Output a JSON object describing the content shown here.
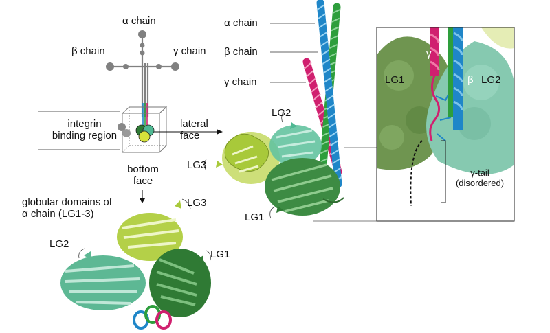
{
  "schematic": {
    "alpha_label": "α chain",
    "beta_label": "β chain",
    "gamma_label": "γ chain",
    "integrin_binding_region": "integrin\nbinding region",
    "bottom_face": "bottom\nface",
    "lateral_face": "lateral\nface"
  },
  "lateral_view": {
    "alpha_label": "α chain",
    "beta_label": "β chain",
    "gamma_label": "γ chain",
    "lg1": "LG1",
    "lg2": "LG2",
    "lg3": "LG3"
  },
  "bottom_view": {
    "title": "globular domains of\nα chain (LG1-3)",
    "lg1": "LG1",
    "lg2": "LG2",
    "lg3": "LG3"
  },
  "inset": {
    "lg1": "LG1",
    "lg2": "LG2",
    "gamma": "γ",
    "beta": "β",
    "gamma_tail": "γ-tail\n(disordered)"
  },
  "colors": {
    "alpha_helix": "#1f86c8",
    "beta_helix": "#2e9e3c",
    "gamma_helix": "#d0206f",
    "lg1": "#2f7a34",
    "lg2": "#4fb893",
    "lg3": "#a8c93a",
    "surface_lg1": "#6f9550",
    "surface_lg2": "#86c9b0",
    "schematic_gray": "#808080"
  }
}
